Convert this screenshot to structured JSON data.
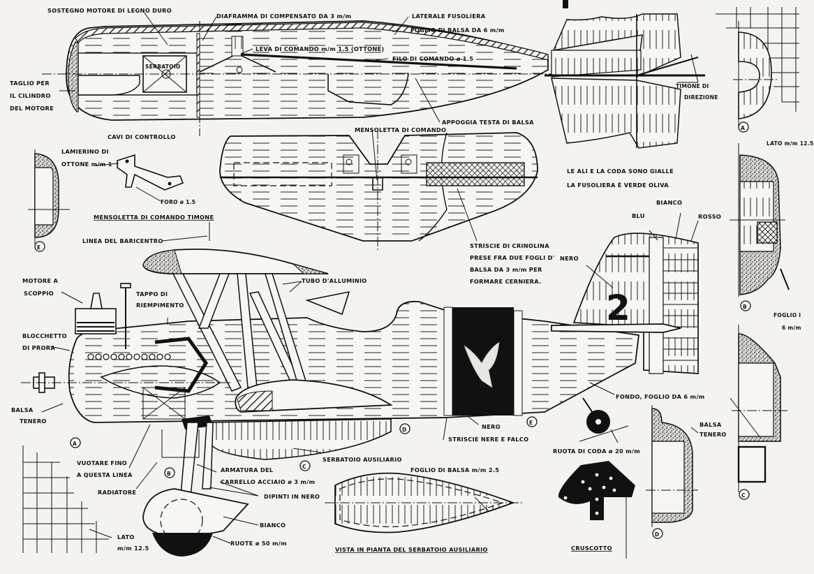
{
  "title": "Model biplane construction plan",
  "colors": {
    "paper": "#f4f3f0",
    "ink": "#111111"
  },
  "labels": {
    "sostegno_motore": "SOSTEGNO MOTORE DI LEGNO DURO",
    "diaframma": "DIAFRAMMA DI COMPENSATO DA 3 m/m",
    "laterale_fusoliera": "LATERALE FUSOLIERA",
    "foglio_balsa_6": "FOGLIO DI BALSA DA 6 m/m",
    "leva_comando": "LEVA DI COMANDO m/m 1.5 (OTTONE)",
    "filo_comando": "FILO DI COMANDO ø 1.5",
    "serbatoio": "SERBATOIO",
    "taglio_1": "TAGLIO PER",
    "taglio_2": "IL CILINDRO",
    "taglio_3": "DEL MOTORE",
    "timone_1": "TIMONE DI",
    "timone_2": "DIREZIONE",
    "appoggia_testa": "APPOGGIA TESTA DI BALSA",
    "cavi_controllo": "CAVI DI CONTROLLO",
    "mensoletta_comando": "MENSOLETTA DI COMANDO",
    "lamierino_1": "LAMIERINO DI",
    "lamierino_2": "OTTONE m/m 1",
    "foro": "FORO ø 1.5",
    "mensoletta_timone": "MENSOLETTA DI COMANDO TIMONE",
    "linea_baricentro": "LINEA DEL BARICENTRO",
    "ali_coda": "LE ALI E LA CODA SONO GIALLE",
    "fusoliera_verde": "LA FUSOLIERA È VERDE OLIVA",
    "lato_top": "LATO m/m 12.5",
    "striscie_1": "STRISCIE DI CRINOLINA",
    "striscie_2": "PRESE FRA DUE FOGLI D'",
    "striscie_3": "BALSA DA 3 m/m PER",
    "striscie_4": "FORMARE CERNIERA.",
    "blu": "BLU",
    "bianco_tail": "BIANCO",
    "rosso": "ROSSO",
    "nero_tail": "NERO",
    "tail_number": "2",
    "foglio_i_1": "FOGLIO I",
    "foglio_i_2": "6 m/m",
    "motore_1": "MOTORE A",
    "motore_2": "SCOPPIO",
    "tappo_1": "TAPPO DI",
    "tappo_2": "RIEMPIMENTO",
    "tubo": "TUBO D'ALLUMINIO",
    "blocchetto_1": "BLOCCHETTO",
    "blocchetto_2": "DI PRORA",
    "balsa_tenero_1": "BALSA",
    "balsa_tenero_2": "TENERO",
    "fondo": "FONDO, FOGLIO DA 6 m/m",
    "nero_band": "NERO",
    "striscie_nere": "STRISCIE NERE E FALCO",
    "serbatoio_aus": "SERBATOIO AUSILIARIO",
    "vuotare_1": "VUOTARE FINO",
    "vuotare_2": "A QUESTA LINEA",
    "radiatore": "RADIATORE",
    "armatura_1": "ARMATURA DEL",
    "armatura_2": "CARRELLO ACCIAIO ø 3 m/m",
    "dipinti": "DIPINTI IN NERO",
    "bianco_wheel": "BIANCO",
    "ruote": "RUOTE ø 50 m/m",
    "lato_bottom_1": "LATO",
    "lato_bottom_2": "m/m 12.5",
    "foglio_balsa_25": "FOGLIO DI BALSA m/m 2.5",
    "vista_pianta": "VISTA IN PIANTA DEL SERBATOIO AUSILIARIO",
    "ruota_coda": "RUOTA DI CODA ø 20 m/m",
    "cruscotto": "CRUSCOTTO",
    "balsa_tenero_d_1": "BALSA",
    "balsa_tenero_d_2": "TENERO"
  },
  "section_markers": {
    "A": "A",
    "B": "B",
    "C": "C",
    "D": "D",
    "E": "E"
  }
}
